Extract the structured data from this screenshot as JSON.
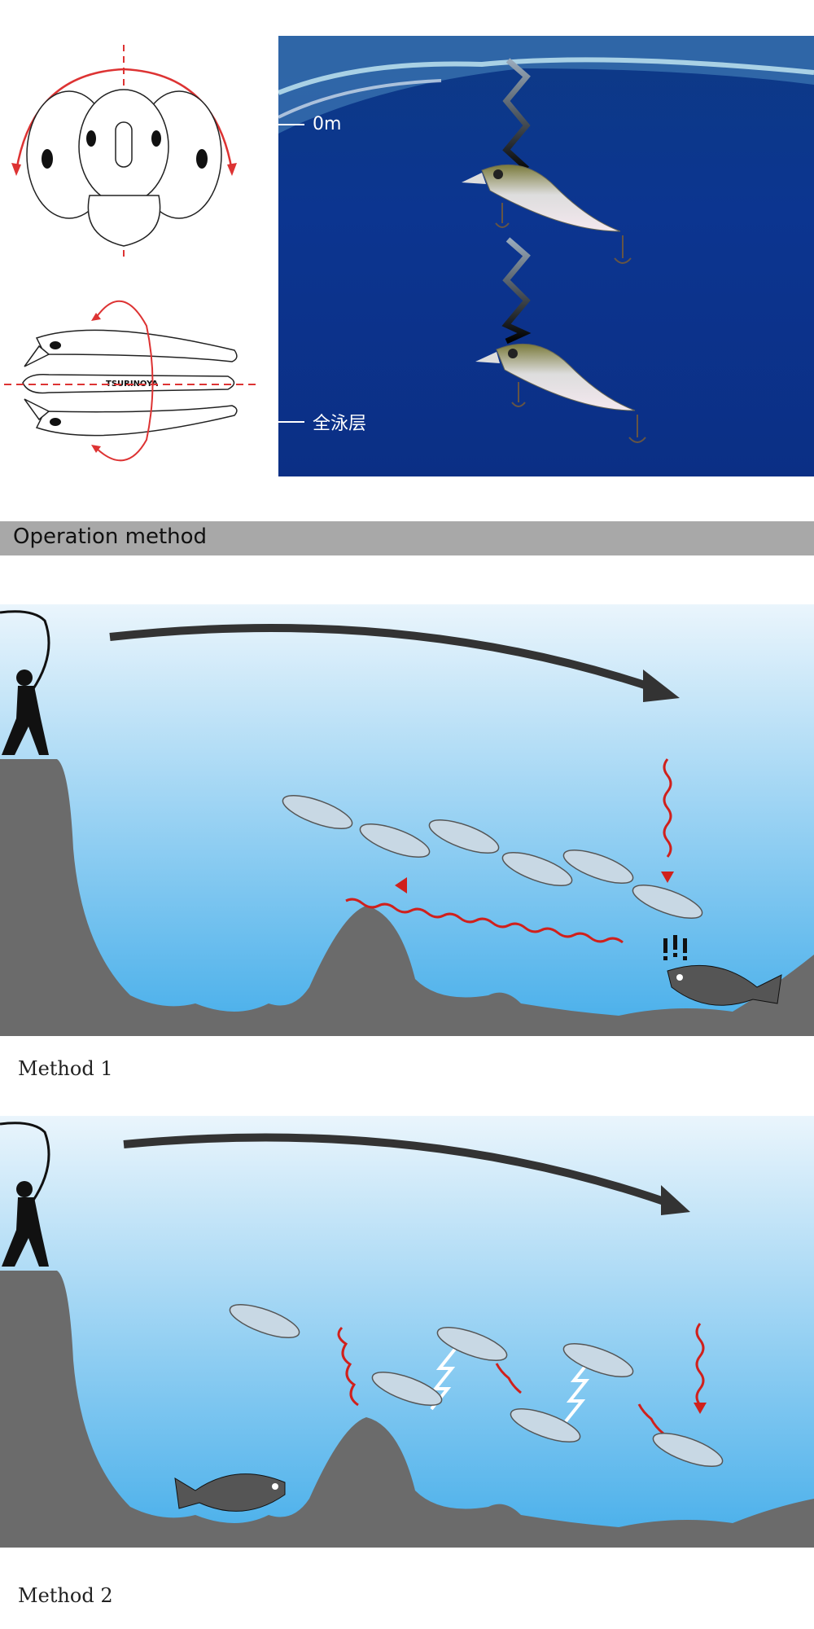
{
  "diagrams": {
    "brand_logo": "TSURINOYA"
  },
  "depth_panel": {
    "surface_label": "0m",
    "full_layer_label": "全泳层"
  },
  "section": {
    "title": "Operation method"
  },
  "methods": [
    {
      "label": "Method 1"
    },
    {
      "label": "Method 2"
    }
  ],
  "colors": {
    "section_bar": "#a8a8a8",
    "deep_water": "#0c3590",
    "shallow_water": "#4fb3ea",
    "terrain": "#6b6b6b",
    "arrow_red": "#d0201c"
  }
}
